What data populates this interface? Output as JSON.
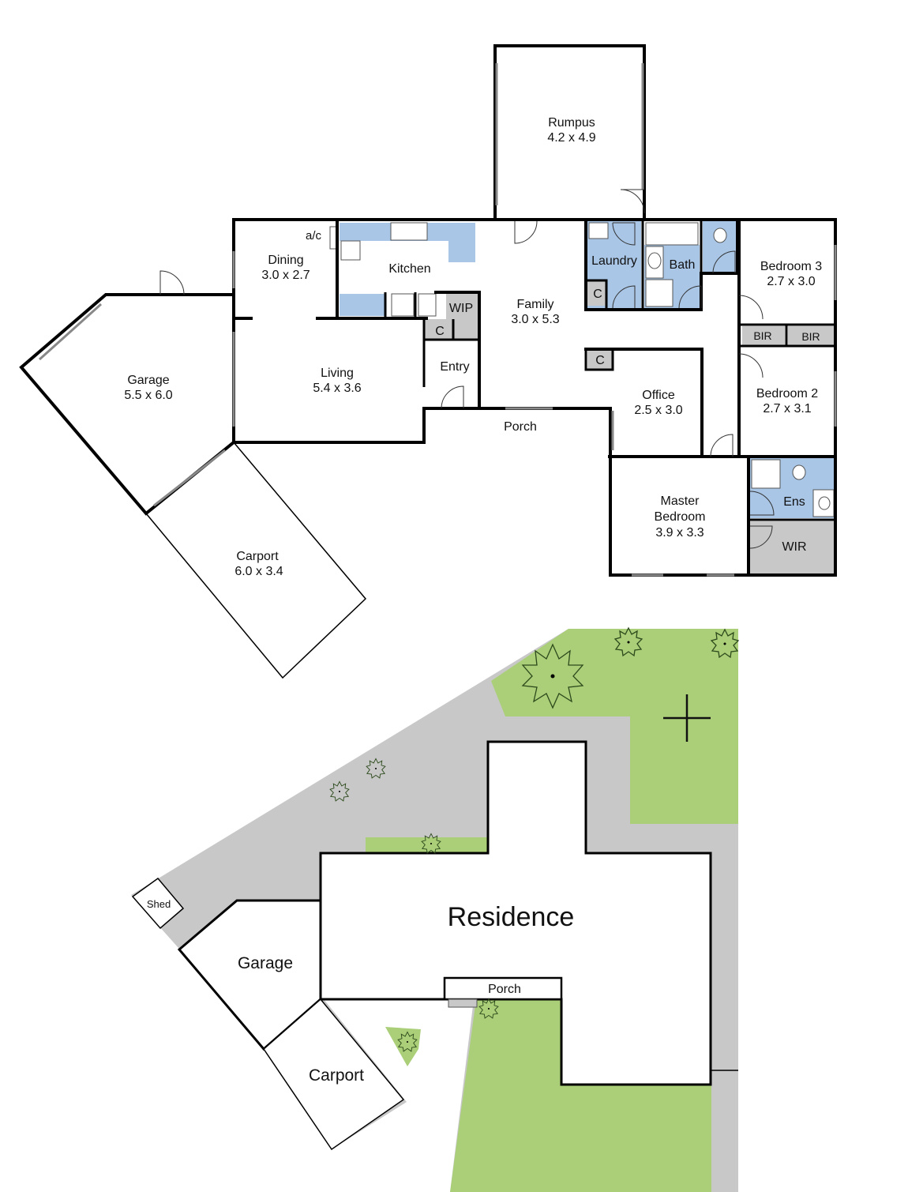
{
  "floor_plan": {
    "rooms": {
      "rumpus": {
        "name": "Rumpus",
        "dims": "4.2 x 4.9"
      },
      "dining": {
        "name": "Dining",
        "dims": "3.0 x 2.7",
        "note": "a/c"
      },
      "kitchen": {
        "name": "Kitchen"
      },
      "laundry": {
        "name": "Laundry"
      },
      "bath": {
        "name": "Bath"
      },
      "bedroom3": {
        "name": "Bedroom 3",
        "dims": "2.7 x 3.0"
      },
      "wip": {
        "name": "WIP"
      },
      "family": {
        "name": "Family",
        "dims": "3.0 x 5.3"
      },
      "garage": {
        "name": "Garage",
        "dims": "5.5 x 6.0"
      },
      "living": {
        "name": "Living",
        "dims": "5.4 x 3.6"
      },
      "entry": {
        "name": "Entry"
      },
      "bir1": {
        "name": "BIR"
      },
      "bir2": {
        "name": "BIR"
      },
      "bedroom2": {
        "name": "Bedroom 2",
        "dims": "2.7 x 3.1"
      },
      "office": {
        "name": "Office",
        "dims": "2.5 x 3.0"
      },
      "porch": {
        "name": "Porch"
      },
      "master": {
        "name1": "Master",
        "name2": "Bedroom",
        "dims": "3.9 x 3.3"
      },
      "ens": {
        "name": "Ens"
      },
      "wir": {
        "name": "WIR"
      },
      "carport": {
        "name": "Carport",
        "dims": "6.0 x 3.4"
      },
      "cupboard": "C"
    }
  },
  "site_plan": {
    "residence": "Residence",
    "garage": "Garage",
    "carport": "Carport",
    "porch": "Porch",
    "shed": "Shed",
    "colors": {
      "lawn": "#aacf78",
      "paving": "#c8c8c8",
      "wet_area": "#a9c6e6",
      "storage": "#c8c8c8"
    }
  }
}
